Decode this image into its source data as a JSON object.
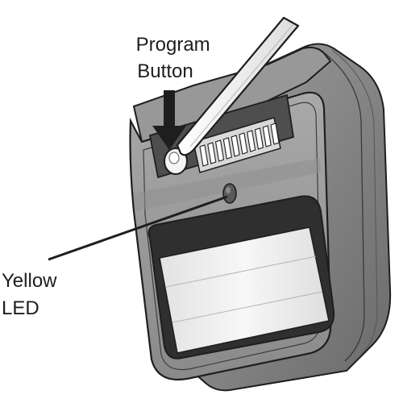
{
  "labels": {
    "program_button": [
      "Program",
      "Button"
    ],
    "yellow_led": [
      "Yellow",
      "LED"
    ]
  },
  "icons": {
    "arrow": "down-arrow-icon",
    "tool": "screwdriver-icon",
    "indicator": "led-icon",
    "switches": "dip-switch-icon"
  },
  "colors": {
    "line": "#1e1e1e",
    "body_fill": "#8b8b8b",
    "body_shade": "#6f6f6f",
    "front_fill": "#9d9d9d",
    "window_fill": "#ececec",
    "background": "#ffffff"
  }
}
